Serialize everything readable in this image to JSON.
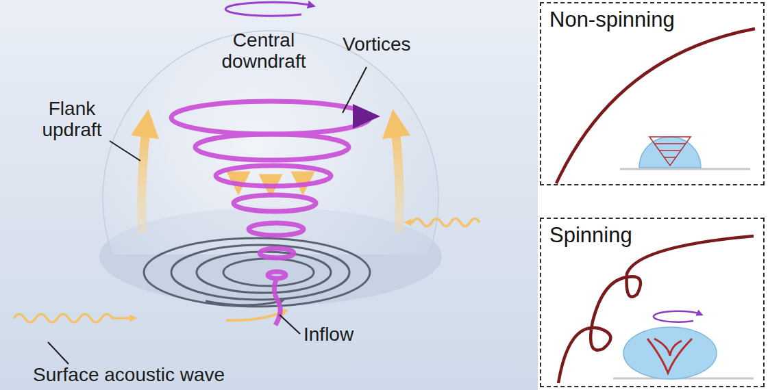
{
  "diagram": {
    "nodes": [
      {
        "text": [
          "Non-spinning"
        ]
      },
      {
        "text": [
          "Spinning"
        ]
      }
    ],
    "labels": [
      "Central downdraft",
      "Vortices",
      "Flank updraft",
      "Inflow",
      "Surface acoustic wave"
    ]
  }
}
